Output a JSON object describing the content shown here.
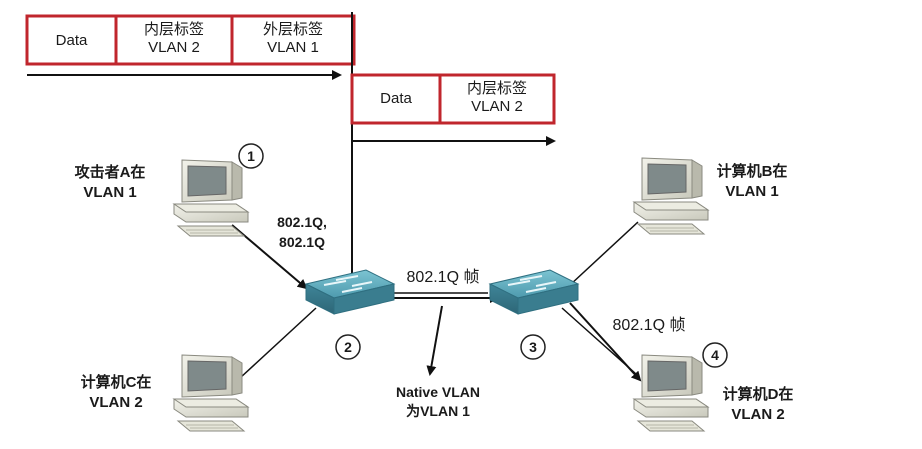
{
  "frames": {
    "outer": {
      "data": "Data",
      "inner_tag": [
        "内层标签",
        "VLAN 2"
      ],
      "outer_tag": [
        "外层标签",
        "VLAN 1"
      ]
    },
    "inner": {
      "data": "Data",
      "inner_tag": [
        "内层标签",
        "VLAN 2"
      ]
    }
  },
  "nodes": {
    "attacker": [
      "攻击者A在",
      "VLAN 1"
    ],
    "pc_c": [
      "计算机C在",
      "VLAN 2"
    ],
    "pc_b": [
      "计算机B在",
      "VLAN 1"
    ],
    "pc_d": [
      "计算机D在",
      "VLAN 2"
    ]
  },
  "labels": {
    "attacker_tags": [
      "802.1Q,",
      "802.1Q"
    ],
    "trunk_frame": "802.1Q 帧",
    "d_frame": "802.1Q 帧",
    "native_vlan": [
      "Native VLAN",
      "为VLAN 1"
    ]
  },
  "steps": [
    "1",
    "2",
    "3",
    "4"
  ],
  "colors": {
    "frame_border": "#c0262d",
    "switch": "#4f9db0",
    "arrow": "#111111"
  }
}
